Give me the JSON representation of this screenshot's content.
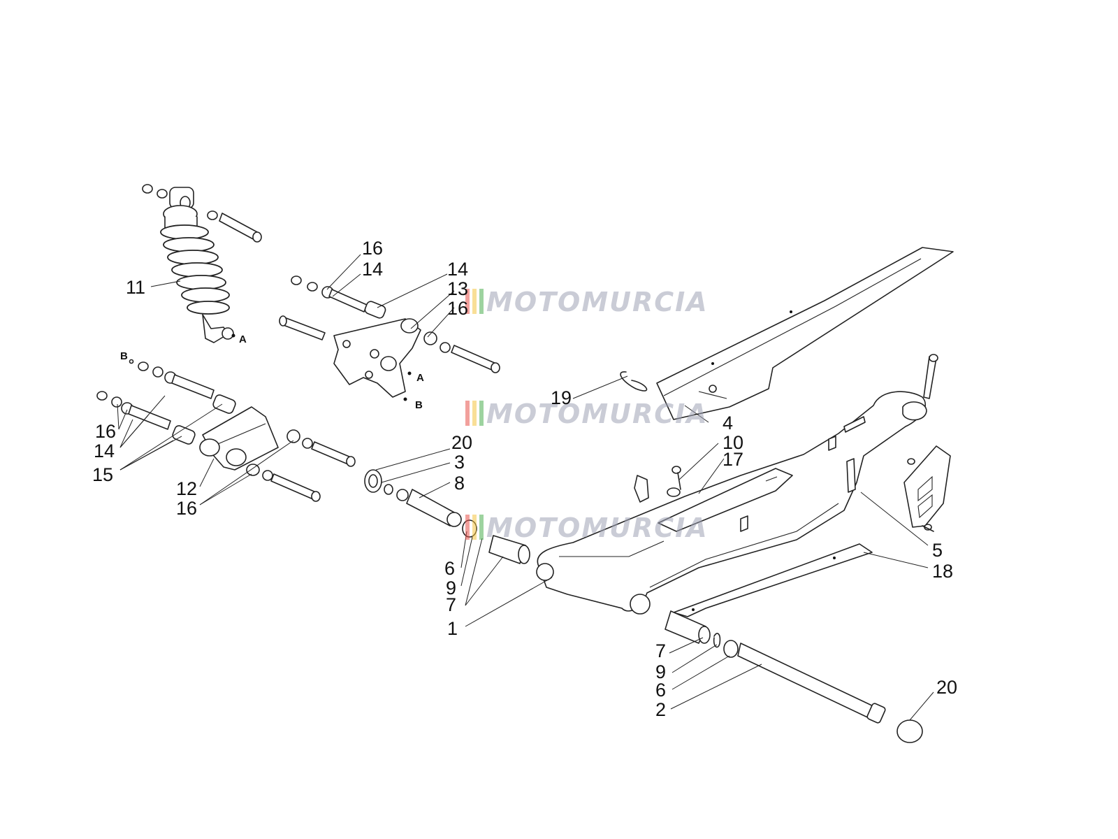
{
  "diagram": {
    "callouts": {
      "c1": "1",
      "c2": "2",
      "c3": "3",
      "c4": "4",
      "c5": "5",
      "c6a": "6",
      "c6b": "6",
      "c7a": "7",
      "c7b": "7",
      "c8": "8",
      "c9a": "9",
      "c9b": "9",
      "c10": "10",
      "c11": "11",
      "c12": "12",
      "c13": "13",
      "c14a": "14",
      "c14b": "14",
      "c14c": "14",
      "c15": "15",
      "c16a": "16",
      "c16b": "16",
      "c16c": "16",
      "c16d": "16",
      "c17": "17",
      "c18": "18",
      "c19": "19",
      "c20a": "20",
      "c20b": "20"
    },
    "reference_marks": {
      "a_shock": "A",
      "a_bracket": "A",
      "b_linkage": "B",
      "b_bracket": "B"
    },
    "watermark": {
      "text": "MOTOMURCIA",
      "stripe_colors": [
        "#e8524a",
        "#f4c542",
        "#4caf50"
      ]
    }
  }
}
